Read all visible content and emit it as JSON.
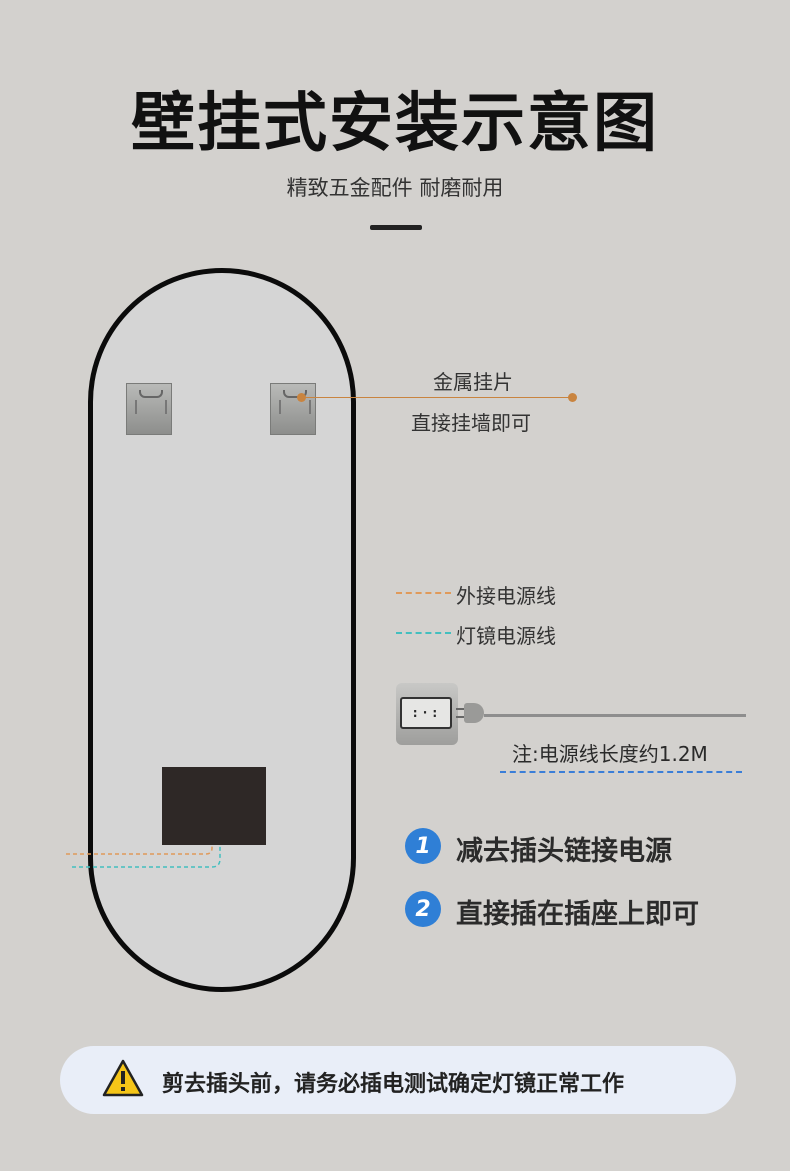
{
  "header": {
    "title": "壁挂式安装示意图",
    "subtitle": "精致五金配件 耐磨耐用"
  },
  "bracket_label": {
    "line1": "金属挂片",
    "line2": "直接挂墙即可"
  },
  "legend": {
    "external_cable": "外接电源线",
    "mirror_cable": "灯镜电源线"
  },
  "power_note": "注:电源线长度约1.2M",
  "steps": [
    {
      "number": "1",
      "text": "减去插头链接电源"
    },
    {
      "number": "2",
      "text": "直接插在插座上即可"
    }
  ],
  "warning": {
    "icon": "warning-triangle-icon",
    "text": "剪去插头前，请务必插电测试确定灯镜正常工作"
  },
  "colors": {
    "background": "#d3d1ce",
    "leader": "#c9843f",
    "external_cable": "#e09a5a",
    "mirror_cable": "#43bfbf",
    "accent_blue": "#2f7fd6"
  }
}
